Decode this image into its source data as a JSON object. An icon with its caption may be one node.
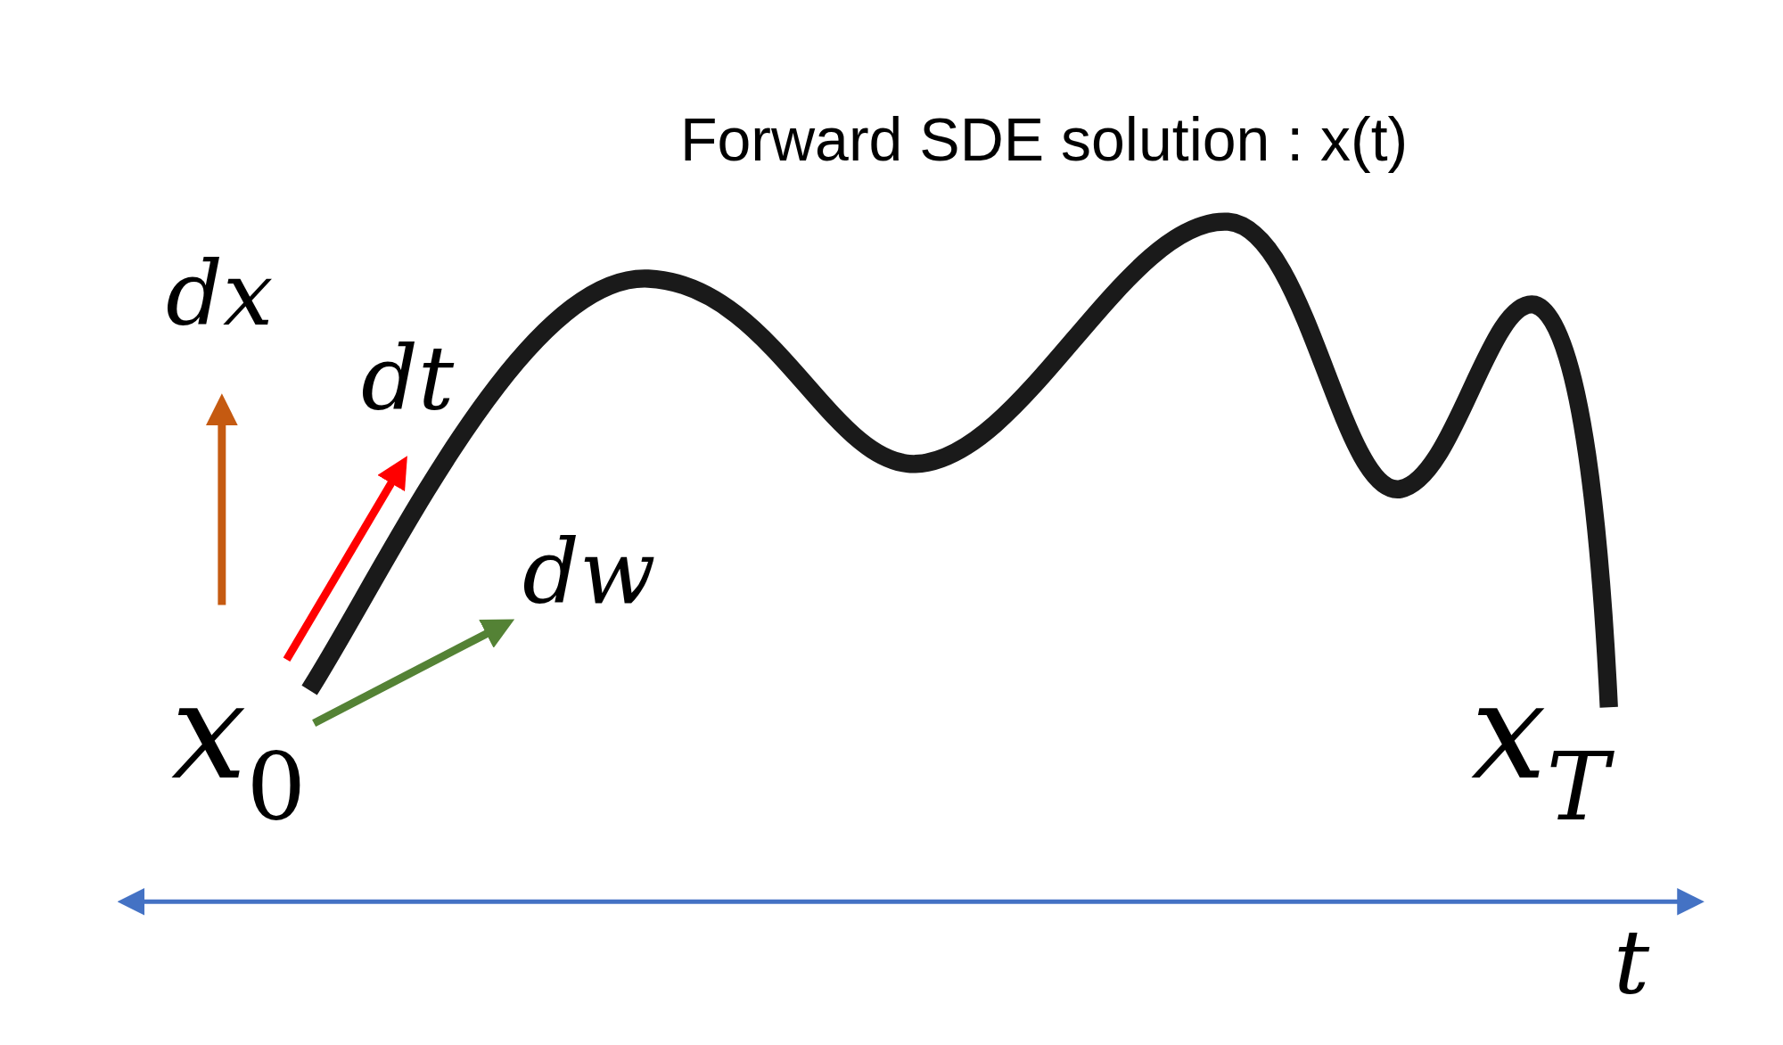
{
  "diagram": {
    "title": "Forward SDE solution : x(t)",
    "labels": [
      "dx",
      "dt",
      "dw",
      "x$_{0}$",
      "x$_{T}$",
      "t"
    ]
  }
}
